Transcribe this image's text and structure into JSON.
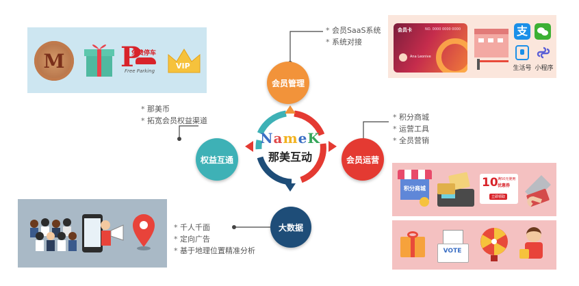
{
  "center": {
    "logo_letters": [
      "N",
      "a",
      "m",
      "e",
      "K"
    ],
    "logo_colors": [
      "#3b6fc4",
      "#e04848",
      "#f2b21f",
      "#3b6fc4",
      "#36a65a"
    ],
    "name": "那美互动"
  },
  "nodes": {
    "top": {
      "label": "会员管理",
      "color": "#f2933a"
    },
    "right": {
      "label": "会员运营",
      "color": "#e43a32"
    },
    "bottom": {
      "label": "大数据",
      "color": "#1e4d78"
    },
    "left": {
      "label": "权益互通",
      "color": "#3eb1b6"
    }
  },
  "bullets": {
    "top": [
      "会员SaaS系统",
      "系统对接"
    ],
    "right": [
      "积分商城",
      "运营工具",
      "全员营销"
    ],
    "bottom": [
      "千人千面",
      "定向广告",
      "基于地理位置精准分析"
    ],
    "left": [
      "那美币",
      "拓宽会员权益渠道"
    ]
  },
  "panels": {
    "top_left": {
      "coin_letter": "M",
      "parking_title": "免费停车",
      "parking_sub": "Free Parking",
      "vip": "VIP"
    },
    "top_right": {
      "card_title": "会员卡",
      "card_no": "NO. 0000 0000 0000",
      "card_holder": "Ana Leonive",
      "labels": [
        "生活号",
        "小程序"
      ]
    },
    "right_mid": {
      "shop_label": "积分商城",
      "coupon_value": "10",
      "coupon_text1": "满50元使用",
      "coupon_text2": "优惠券",
      "coupon_btn": "立即领取"
    },
    "right_lower": {
      "vote": "VOTE"
    }
  },
  "colors": {
    "panel_blue": "#cde6f1",
    "panel_peach": "#fbe6dc",
    "panel_pink": "#f4c1c1",
    "panel_grey": "#a9b9c6",
    "ring_red": "#e43a32",
    "ring_blue": "#1e4d78",
    "ring_teal": "#3eb1b6",
    "ring_orange": "#f2933a"
  }
}
